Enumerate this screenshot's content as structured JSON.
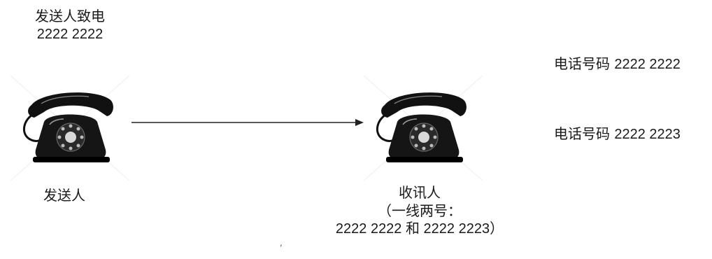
{
  "sender_call": {
    "label": "发送人致电",
    "number": "2222 2222"
  },
  "phone_lines": [
    {
      "label": "电话号码",
      "number": "2222 2222"
    },
    {
      "label": "电话号码",
      "number": "2222 2223"
    }
  ],
  "sender": {
    "label": "发送人",
    "icon": "telephone-icon"
  },
  "receiver": {
    "label": "收讯人",
    "note_line1": "（一线两号：",
    "note_line2": "2222 2222 和 2222 2223）",
    "icon": "telephone-icon"
  },
  "stray_mark": ",",
  "colors": {
    "phone": "#111111",
    "arrow": "#222222",
    "text": "#1a1a1a"
  }
}
